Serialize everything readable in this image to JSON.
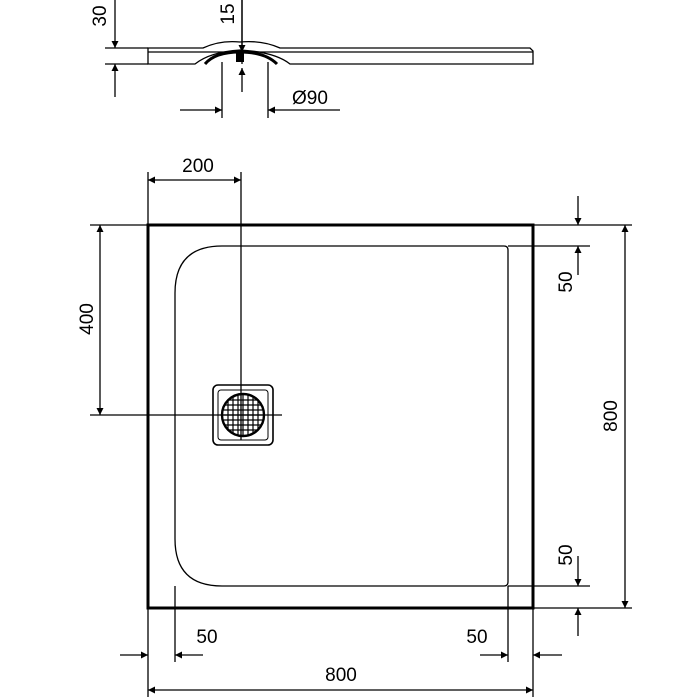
{
  "side_view": {
    "height_label": "30",
    "drain_depth_label": "15",
    "drain_diameter_label": "Ø90"
  },
  "top_view": {
    "drain_offset_x_label": "200",
    "drain_offset_y_label": "400",
    "top_rim_label": "50",
    "total_depth_label": "800",
    "bottom_rim_label": "50",
    "left_rim_label": "50",
    "right_rim_label": "50",
    "total_width_label": "800"
  },
  "colors": {
    "line": "#000000",
    "background": "#ffffff"
  }
}
